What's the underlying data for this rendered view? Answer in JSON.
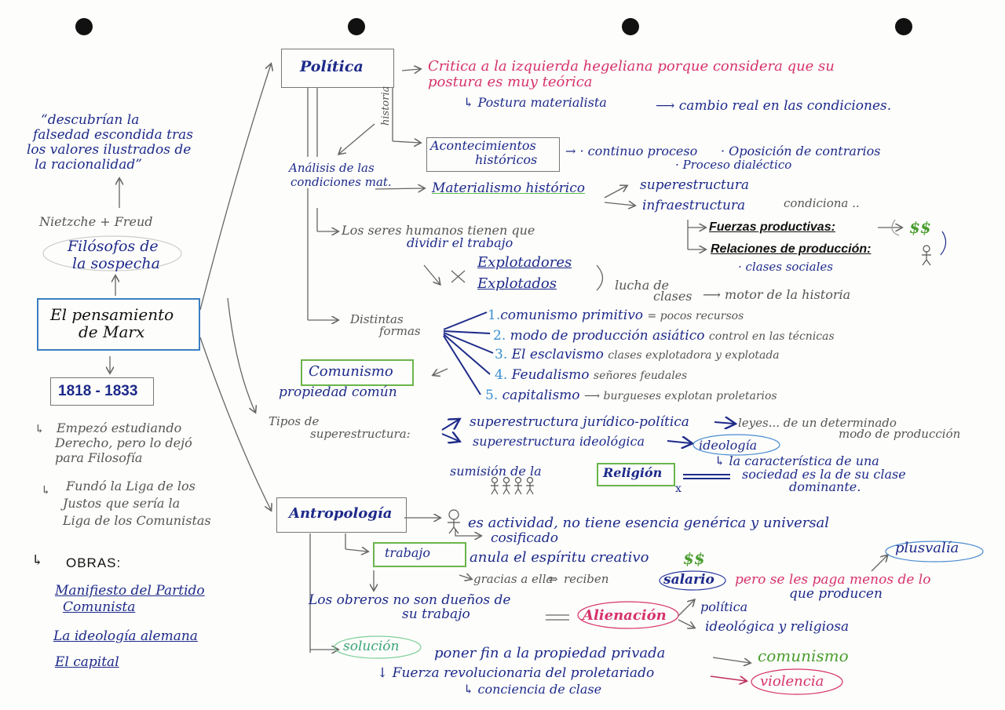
{
  "left": {
    "quote": [
      "“descubrían la",
      "falsedad escondida tras",
      "los valores ilustrados de",
      "la racionalidad”"
    ],
    "nietzsche": "Nietzche + Freud",
    "filosofos": [
      "Filósofos de",
      "la sospecha"
    ],
    "title": [
      "El pensamiento",
      "de Marx"
    ],
    "years": "1818 - 1833",
    "bio1": [
      "Empezó estudiando",
      "Derecho, pero lo dejó",
      "para Filosofía"
    ],
    "bio2": [
      "Fundó la Liga de los",
      "Justos que sería la",
      "Liga de los Comunistas"
    ],
    "obras_label": "OBRAS:",
    "obras": [
      "Manifiesto del Partido",
      "Comunista",
      "La ideología alemana",
      "El capital"
    ]
  },
  "politica": {
    "title": "Política",
    "critica": [
      "Critica a la izquierda hegeliana porque considera que su",
      "postura es muy teórica"
    ],
    "postura": "Postura materialista",
    "cambio": "cambio real en las condiciones.",
    "historia": "historia",
    "acontecimientos": [
      "Acontecimientos",
      "históricos"
    ],
    "continuo": "continuo proceso",
    "oposicion": "Oposición de contrarios",
    "dialectico": "Proceso dialéctico",
    "analisis": [
      "Análisis de las",
      "condiciones mat."
    ],
    "materialismo": "Materialismo histórico",
    "superestructura": "superestructura",
    "infraestructura": "infraestructura",
    "condiciona": "condiciona ..",
    "fuerzas": "Fuerzas productivas:",
    "relaciones": "Relaciones de producción:",
    "dollar": "$$",
    "clases": "clases sociales",
    "seres": [
      "Los seres humanos tienen que",
      "dividir el trabajo"
    ],
    "explotadores": "Explotadores",
    "explotados": "Explotados",
    "lucha": [
      "lucha de",
      "clases"
    ],
    "motor": "motor de la historia",
    "distintas": [
      "Distintas",
      "formas"
    ],
    "formas": [
      {
        "n": "1.",
        "name": "comunismo primitivo",
        "note": "= pocos recursos"
      },
      {
        "n": "2.",
        "name": "modo de producción asiático",
        "note": "control en las técnicas"
      },
      {
        "n": "3.",
        "name": "El esclavismo",
        "note": "clases explotadora y explotada"
      },
      {
        "n": "4.",
        "name": "Feudalismo",
        "note": "señores feudales"
      },
      {
        "n": "5.",
        "name": "capitalismo",
        "note": "burgueses explotan proletarios"
      }
    ],
    "comunismo": "Comunismo",
    "propiedad": "propiedad común",
    "tipos": [
      "Tipos de",
      "superestructura:"
    ],
    "juridico": "superestructura jurídico-política",
    "leyes": "leyes... de un determinado",
    "modo": "modo de producción",
    "ideologica": "superestructura ideológica",
    "ideologia": "ideología",
    "caracteristica": [
      "la característica de una",
      "sociedad es la de su clase",
      "dominante."
    ],
    "sumision": "sumisión de la",
    "religion": "Religión",
    "x": "x"
  },
  "antro": {
    "title": "Antropología",
    "actividad": "es actividad, no tiene esencia genérica y universal",
    "cosificado": "cosificado",
    "trabajo": "trabajo",
    "anula": "anula el espíritu creativo",
    "dollar": "$$",
    "plusvalia": "plusvalía",
    "gracias": "gracias a ella",
    "reciben": "reciben",
    "salario": "salario",
    "pero": "pero se les paga menos de lo",
    "producen": "que producen",
    "obreros": [
      "Los obreros no son dueños de",
      "su trabajo"
    ],
    "alienacion": "Alienación",
    "politica": "política",
    "ideologica": "ideológica y religiosa",
    "solucion": "solución",
    "poner": "poner fin a la propiedad privada",
    "comunismo": "comunismo",
    "fuerza": "Fuerza revolucionaria del proletariado",
    "violencia": "violencia",
    "conciencia": "conciencia de clase"
  }
}
